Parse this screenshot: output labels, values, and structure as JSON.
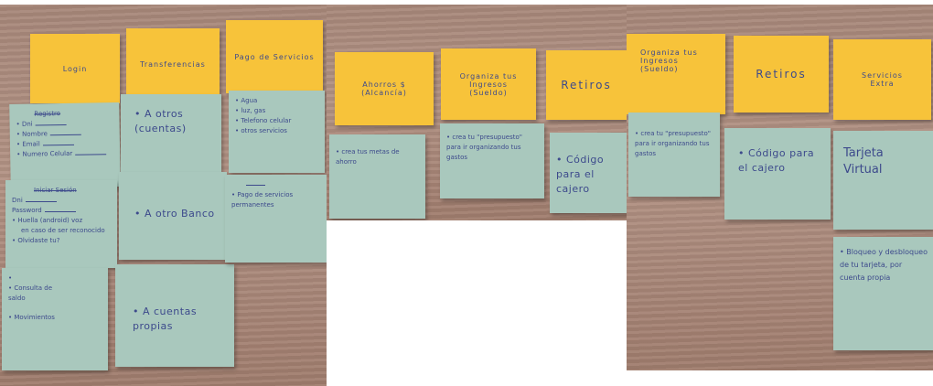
{
  "photo1": {
    "headers": [
      "Login",
      "Transferencias",
      "Pago de Servicios"
    ],
    "login_card": [
      "Registro",
      "• Dni",
      "• Nombre",
      "• Email",
      "• Numero Celular"
    ],
    "login_card2": [
      "Iniciar Sesión",
      "Dni",
      "Password",
      "• Huella (android) voz",
      "en caso de ser reconocido",
      "• Olvidaste tu?"
    ],
    "login_card3": [
      "• Consulta de saldo",
      "• Movimientos"
    ],
    "transfer_cards": [
      "• A otros (cuentas)",
      "• A otro Banco",
      "• A cuentas propias"
    ],
    "pago_card": [
      "• Agua",
      "• luz, gas",
      "• Telefono celular",
      "• otros servicios"
    ],
    "pago_card2": [
      "• Pago de servicios permanentes"
    ]
  },
  "photo2": {
    "headers": [
      "Ahorros $ (Alcancía)",
      "Organiza tus Ingresos (Sueldo)",
      "Retiros"
    ],
    "cards": [
      "• crea tus metas de ahorro",
      "• crea tu \"presupuesto\" para ir organizando tus gastos",
      "• Código para el cajero"
    ]
  },
  "photo3": {
    "headers": [
      "Organiza tus Ingresos (Sueldo)",
      "Retiros",
      "Servicios Extra"
    ],
    "cards": [
      "• crea tu \"presupuesto\" para ir organizando tus gastos",
      "• Código para el cajero",
      "Tarjeta Virtual",
      "• Bloqueo y desbloqueo de tu tarjeta, por cuenta propia"
    ]
  }
}
